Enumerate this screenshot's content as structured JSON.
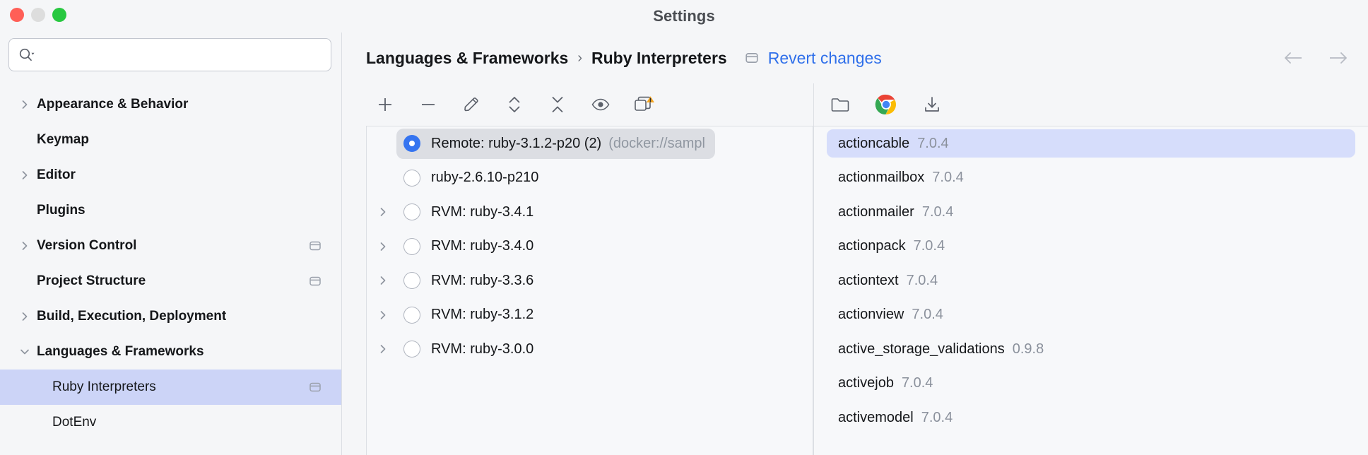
{
  "window": {
    "title": "Settings",
    "traffic_lights": [
      "close",
      "minimize",
      "maximize"
    ]
  },
  "search": {
    "placeholder": "",
    "value": "",
    "icon": "search-icon"
  },
  "sidebar": {
    "items": [
      {
        "label": "Appearance & Behavior",
        "level": "top",
        "twisty": "right",
        "selected": false,
        "badge": false
      },
      {
        "label": "Keymap",
        "level": "top",
        "twisty": "none",
        "selected": false,
        "badge": false
      },
      {
        "label": "Editor",
        "level": "top",
        "twisty": "right",
        "selected": false,
        "badge": false
      },
      {
        "label": "Plugins",
        "level": "top",
        "twisty": "none",
        "selected": false,
        "badge": false
      },
      {
        "label": "Version Control",
        "level": "top",
        "twisty": "right",
        "selected": false,
        "badge": true
      },
      {
        "label": "Project Structure",
        "level": "top",
        "twisty": "none",
        "selected": false,
        "badge": true
      },
      {
        "label": "Build, Execution, Deployment",
        "level": "top",
        "twisty": "right",
        "selected": false,
        "badge": false
      },
      {
        "label": "Languages & Frameworks",
        "level": "top",
        "twisty": "down",
        "selected": false,
        "badge": false
      },
      {
        "label": "Ruby Interpreters",
        "level": "child",
        "twisty": "none",
        "selected": true,
        "badge": true
      },
      {
        "label": "DotEnv",
        "level": "child",
        "twisty": "none",
        "selected": false,
        "badge": false
      }
    ]
  },
  "breadcrumb": {
    "parent": "Languages & Frameworks",
    "separator": "›",
    "current": "Ruby Interpreters",
    "scope_badge_icon": "project-scope-icon",
    "revert_label": "Revert changes",
    "back_icon": "arrow-left-icon",
    "forward_icon": "arrow-right-icon"
  },
  "interpreters_panel": {
    "toolbar": [
      {
        "name": "add-interpreter-button",
        "icon": "plus-icon"
      },
      {
        "name": "remove-interpreter-button",
        "icon": "minus-icon"
      },
      {
        "name": "edit-interpreter-button",
        "icon": "pencil-icon"
      },
      {
        "name": "expand-all-button",
        "icon": "expand-all-icon"
      },
      {
        "name": "collapse-all-button",
        "icon": "collapse-all-icon"
      },
      {
        "name": "show-hidden-button",
        "icon": "eye-icon"
      },
      {
        "name": "copy-interpreter-button",
        "icon": "copy-warning-icon"
      }
    ],
    "rows": [
      {
        "name": "Remote: ruby-3.1.2-p20 (2)",
        "path": "(docker://sampl",
        "twisty": "none",
        "selected": true,
        "checked": true
      },
      {
        "name": "ruby-2.6.10-p210",
        "path": "",
        "twisty": "none",
        "selected": false,
        "checked": false
      },
      {
        "name": "RVM: ruby-3.4.1",
        "path": "",
        "twisty": "right",
        "selected": false,
        "checked": false
      },
      {
        "name": "RVM: ruby-3.4.0",
        "path": "",
        "twisty": "right",
        "selected": false,
        "checked": false
      },
      {
        "name": "RVM: ruby-3.3.6",
        "path": "",
        "twisty": "right",
        "selected": false,
        "checked": false
      },
      {
        "name": "RVM: ruby-3.1.2",
        "path": "",
        "twisty": "right",
        "selected": false,
        "checked": false
      },
      {
        "name": "RVM: ruby-3.0.0",
        "path": "",
        "twisty": "right",
        "selected": false,
        "checked": false
      }
    ]
  },
  "gems_panel": {
    "toolbar": [
      {
        "name": "open-gems-folder-button",
        "icon": "folder-icon"
      },
      {
        "name": "open-in-browser-button",
        "icon": "chrome-icon"
      },
      {
        "name": "install-gem-button",
        "icon": "download-icon"
      }
    ],
    "rows": [
      {
        "name": "actioncable",
        "version": "7.0.4",
        "selected": true
      },
      {
        "name": "actionmailbox",
        "version": "7.0.4",
        "selected": false
      },
      {
        "name": "actionmailer",
        "version": "7.0.4",
        "selected": false
      },
      {
        "name": "actionpack",
        "version": "7.0.4",
        "selected": false
      },
      {
        "name": "actiontext",
        "version": "7.0.4",
        "selected": false
      },
      {
        "name": "actionview",
        "version": "7.0.4",
        "selected": false
      },
      {
        "name": "active_storage_validations",
        "version": "0.9.8",
        "selected": false
      },
      {
        "name": "activejob",
        "version": "7.0.4",
        "selected": false
      },
      {
        "name": "activemodel",
        "version": "7.0.4",
        "selected": false
      }
    ]
  },
  "colors": {
    "window_bg": "#f5f6f8",
    "accent_blue": "#3574f0",
    "link_blue": "#2f6fea",
    "sidebar_selected": "#ccd4f7",
    "gem_selected": "#d6ddfb",
    "row_selected_gray": "#dcdee3",
    "muted_text": "#8b919c",
    "warning_orange": "#f5a623"
  }
}
